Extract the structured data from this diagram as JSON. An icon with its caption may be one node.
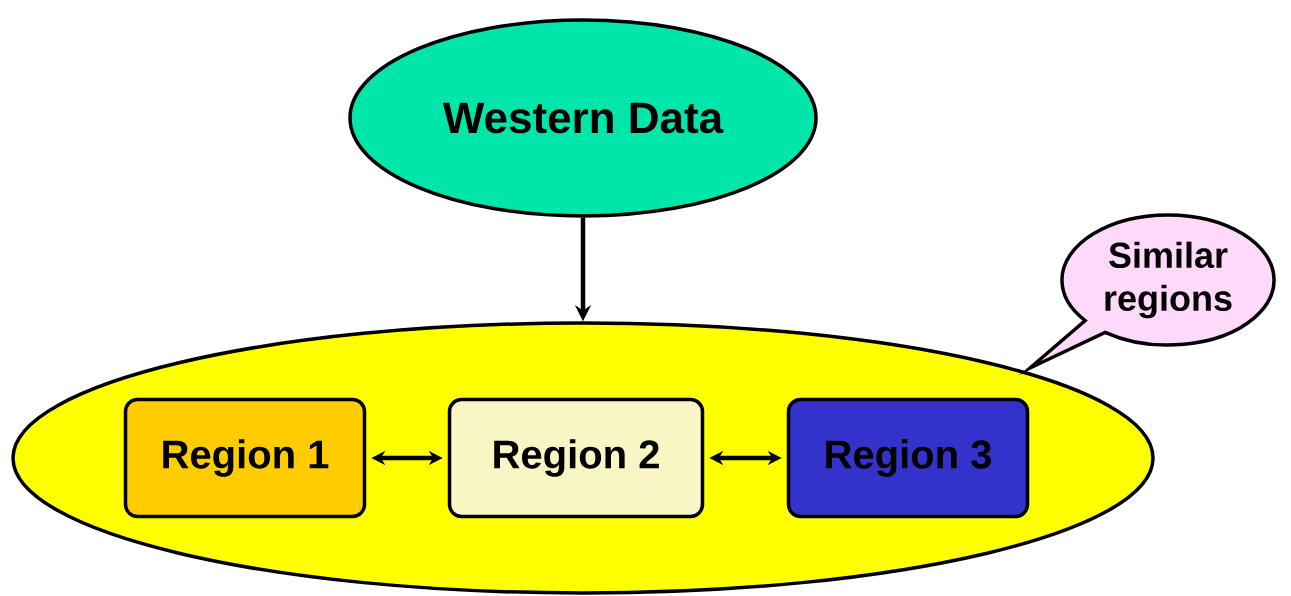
{
  "diagram": {
    "nodes": [
      {
        "text": [
          "Western Data"
        ]
      },
      {
        "text": [],
        "shape": "ellipse"
      },
      {
        "text": [
          "Region 1"
        ],
        "in": 1
      },
      {
        "text": [
          "Region 2"
        ],
        "in": 1
      },
      {
        "text": [
          "Region 3"
        ],
        "in": 1
      },
      {
        "text": [
          "Similar regions"
        ]
      }
    ],
    "edges": [
      {
        "from": 0,
        "to": 1,
        "arrow": "to"
      },
      {
        "from": 2,
        "to": 3,
        "arrow": "both"
      },
      {
        "from": 3,
        "to": 4,
        "arrow": "both"
      }
    ]
  }
}
